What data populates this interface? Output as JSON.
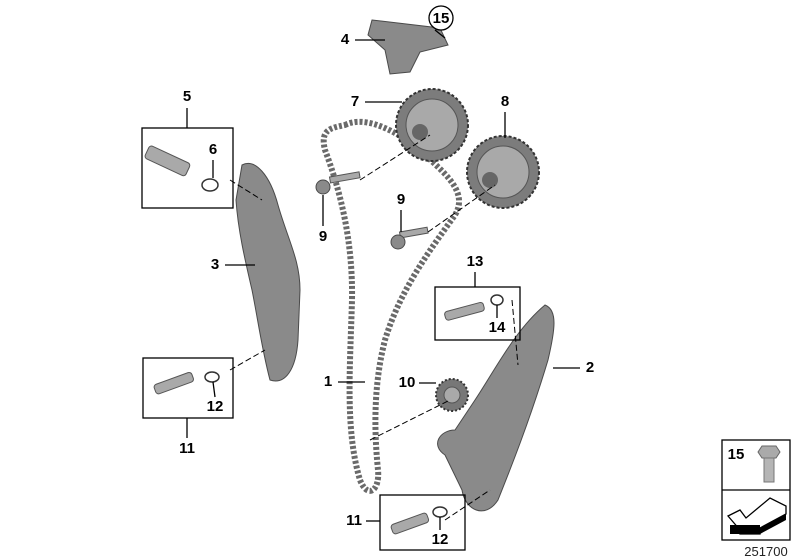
{
  "diagram": {
    "callouts": {
      "c1": "1",
      "c2": "2",
      "c3": "3",
      "c4": "4",
      "c5": "5",
      "c6": "6",
      "c7": "7",
      "c8": "8",
      "c9a": "9",
      "c9b": "9",
      "c10": "10",
      "c11a": "11",
      "c11b": "11",
      "c12a": "12",
      "c12b": "12",
      "c13": "13",
      "c14": "14",
      "c15": "15"
    },
    "legend_box": {
      "label": "15",
      "icon": "bolt-icon",
      "arrow_icon": "direction-arrow-icon"
    },
    "reference_number": "251700"
  }
}
